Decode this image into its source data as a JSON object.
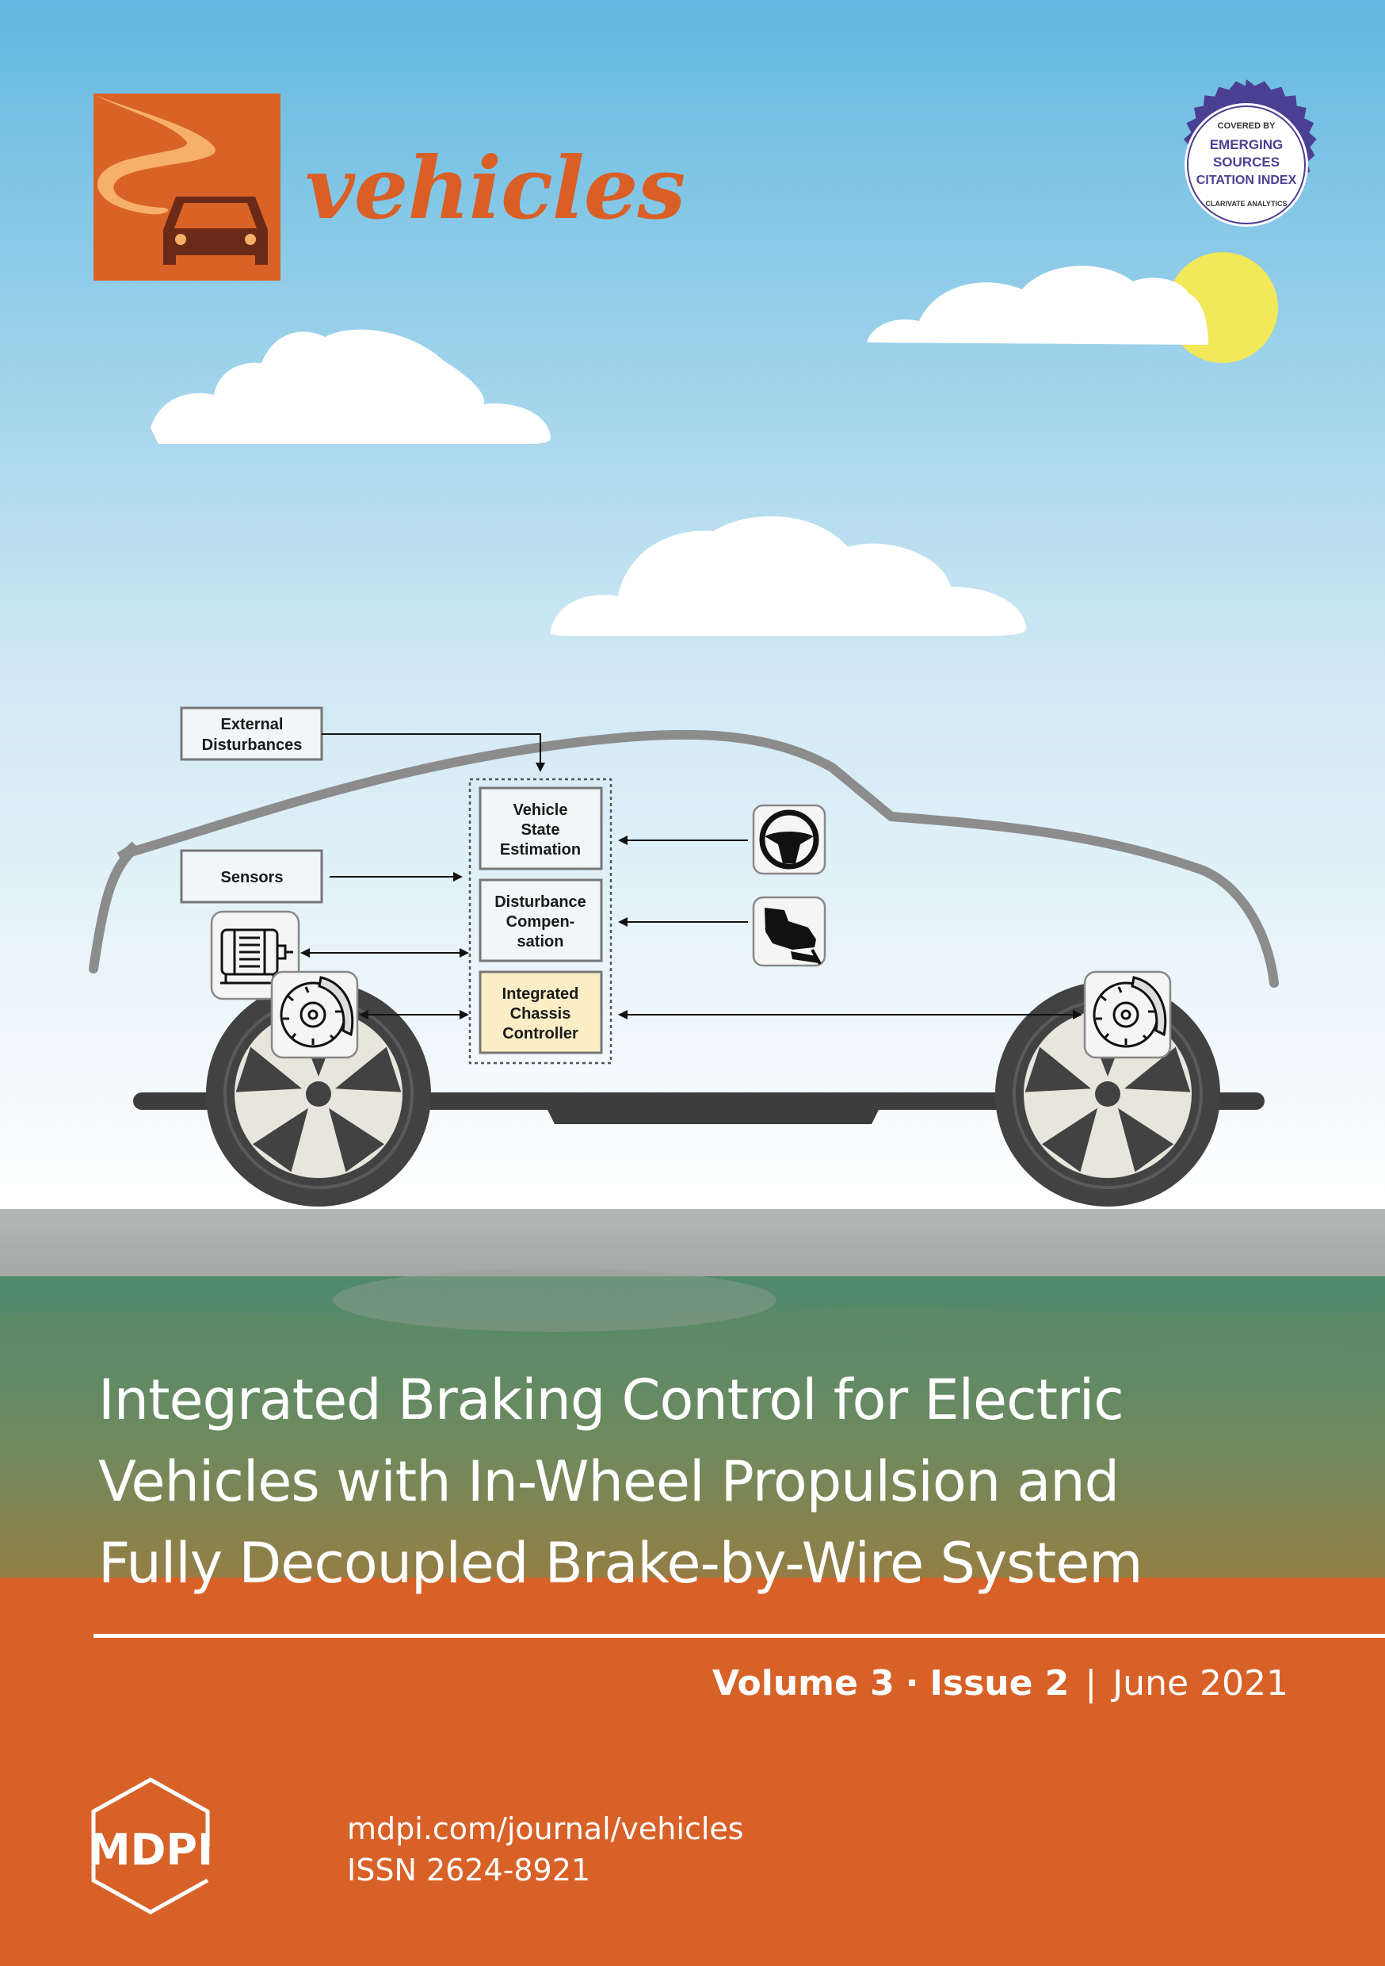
{
  "journal": {
    "name": "vehicles",
    "badge": {
      "line1": "COVERED BY",
      "line2": "EMERGING",
      "line3": "SOURCES",
      "line4": "CITATION INDEX",
      "line5": "CLARIVATE ANALYTICS"
    }
  },
  "diagram": {
    "external_disturbances_1": "External",
    "external_disturbances_2": "Disturbances",
    "sensors": "Sensors",
    "vse_1": "Vehicle",
    "vse_2": "State",
    "vse_3": "Estimation",
    "dc_1": "Disturbance",
    "dc_2": "Compen-",
    "dc_3": "sation",
    "icc_1": "Integrated",
    "icc_2": "Chassis",
    "icc_3": "Controller"
  },
  "article": {
    "title_line1": "Integrated Braking Control for Electric",
    "title_line2": "Vehicles with In-Wheel Propulsion and",
    "title_line3": "Fully Decoupled Brake-by-Wire System"
  },
  "issue": {
    "volume": "Volume 3",
    "dot": "·",
    "issue": "Issue 2",
    "divider": "|",
    "date": "June 2021"
  },
  "publisher": {
    "logo": "MDPI",
    "url": "mdpi.com/journal/vehicles",
    "issn": "ISSN 2624-8921"
  },
  "colors": {
    "sky_top": "#62b8e0",
    "sky_bottom": "#ffffff",
    "orange": "#d86128",
    "sun": "#f1e85a",
    "badge_purple": "#4b3f93"
  },
  "icons": [
    "car-logo-icon",
    "road-icon",
    "steering-wheel-icon",
    "brake-pedal-icon",
    "motor-icon",
    "brake-disc-icon",
    "sun-icon",
    "cloud-icon"
  ]
}
